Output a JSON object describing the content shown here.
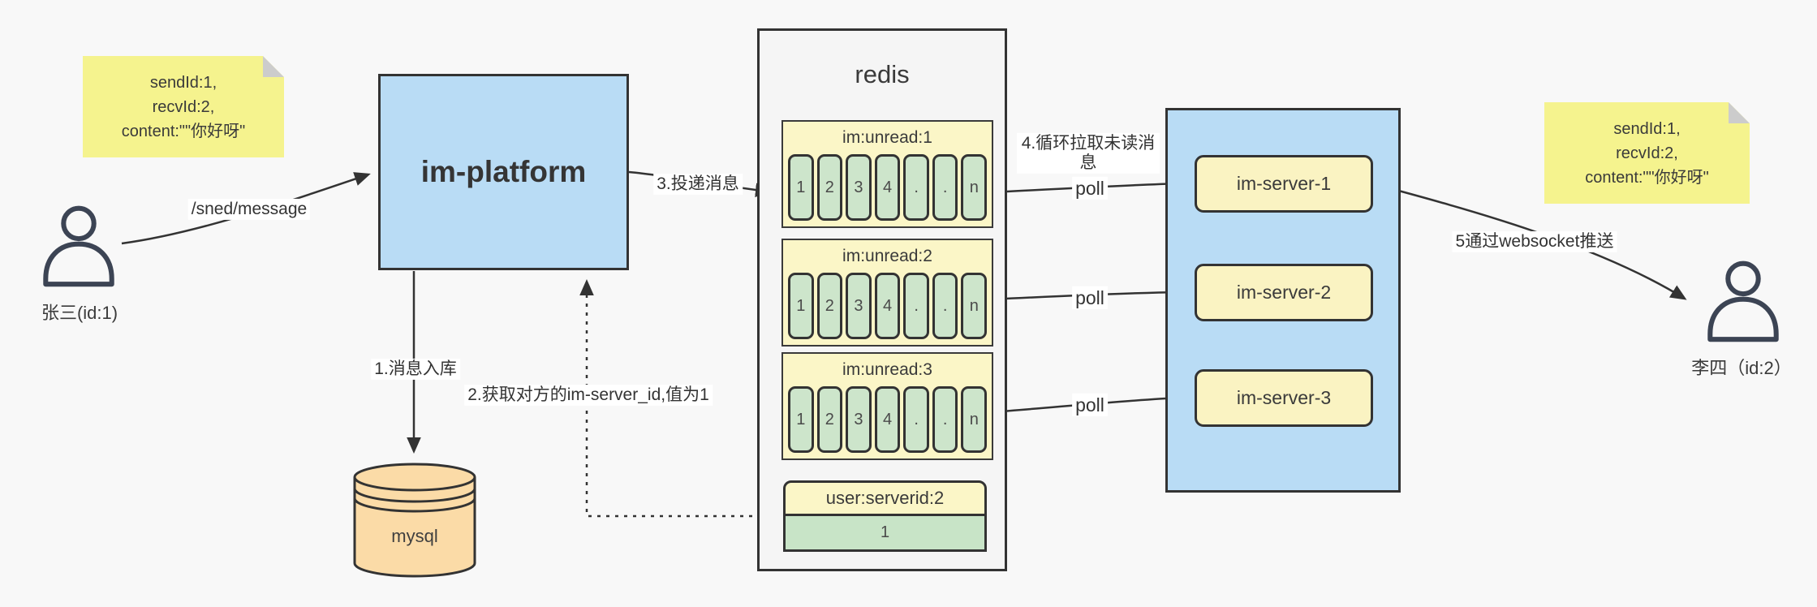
{
  "notes": {
    "left": {
      "lines": [
        "sendId:1,",
        "recvId:2,",
        "content:\"\"你好呀\""
      ]
    },
    "right": {
      "lines": [
        "sendId:1,",
        "recvId:2,",
        "content:\"\"你好呀\""
      ]
    }
  },
  "actors": {
    "sender": {
      "label": "张三(id:1)"
    },
    "receiver": {
      "label": "李四（id:2）"
    }
  },
  "platform": {
    "label": "im-platform"
  },
  "database": {
    "label": "mysql"
  },
  "redis": {
    "title": "redis",
    "queues": [
      {
        "title": "im:unread:1",
        "cells": [
          "1",
          "2",
          "3",
          "4",
          ".",
          ".",
          "n"
        ]
      },
      {
        "title": "im:unread:2",
        "cells": [
          "1",
          "2",
          "3",
          "4",
          ".",
          ".",
          "n"
        ]
      },
      {
        "title": "im:unread:3",
        "cells": [
          "1",
          "2",
          "3",
          "4",
          ".",
          ".",
          "n"
        ]
      }
    ],
    "kv": {
      "title": "user:serverid:2",
      "value": "1"
    }
  },
  "servers": [
    {
      "label": "im-server-1"
    },
    {
      "label": "im-server-2"
    },
    {
      "label": "im-server-3"
    }
  ],
  "edges": {
    "send": "/sned/message",
    "store": "1.消息入库",
    "lookup": "2.获取对方的im-server_id,值为1",
    "deliver": "3.投递消息",
    "pull": "4.循环拉取未读消息",
    "poll1": "poll",
    "poll2": "poll",
    "poll3": "poll",
    "push": "5通过websocket推送"
  },
  "colors": {
    "page_bg": "#f8f8f8",
    "box_blue": "#b9dcf5",
    "sticky_yellow": "#f5f38e",
    "header_yellow": "#fbf6c7",
    "cell_green": "#cde5cb",
    "db_orange": "#fbdba7",
    "container_gray": "#f5f5f5",
    "stroke_dark": "#333333",
    "person_navy": "#3c4454",
    "fold_gray": "#cccccc"
  }
}
